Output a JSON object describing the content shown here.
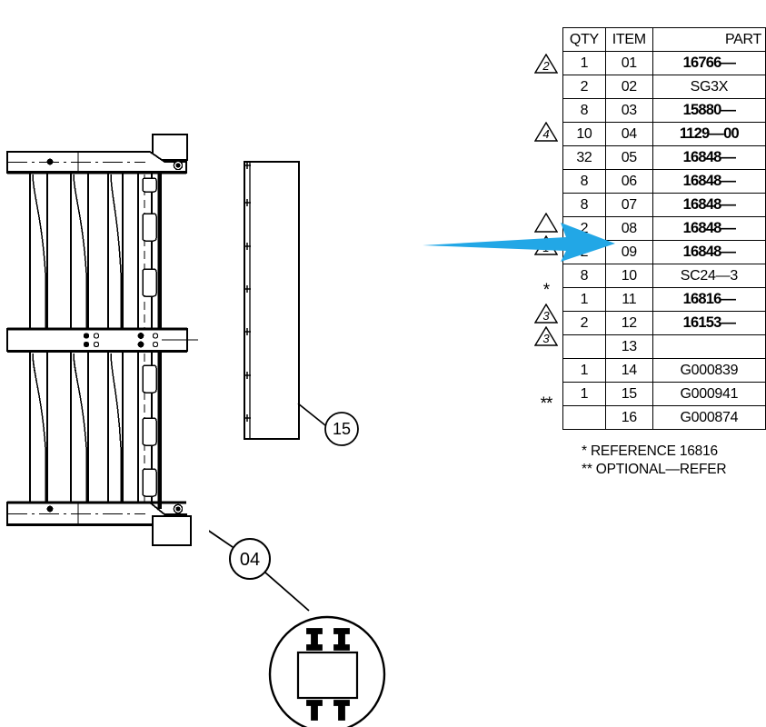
{
  "document": {
    "type": "engineering-assembly-drawing",
    "description": "Exploded parts drawing with bill of materials table"
  },
  "parts_table": {
    "headers": {
      "qty": "QTY",
      "item": "ITEM",
      "part": "PART"
    },
    "rows": [
      {
        "marker": "tri",
        "marker_value": "2",
        "qty": "1",
        "item": "01",
        "part": "16766—",
        "bold": true
      },
      {
        "marker": "",
        "marker_value": "",
        "qty": "2",
        "item": "02",
        "part": "SG3X",
        "bold": false
      },
      {
        "marker": "",
        "marker_value": "",
        "qty": "8",
        "item": "03",
        "part": "15880—",
        "bold": true
      },
      {
        "marker": "tri",
        "marker_value": "4",
        "qty": "10",
        "item": "04",
        "part": "1129—00",
        "bold": true
      },
      {
        "marker": "",
        "marker_value": "",
        "qty": "32",
        "item": "05",
        "part": "16848—",
        "bold": true
      },
      {
        "marker": "",
        "marker_value": "",
        "qty": "8",
        "item": "06",
        "part": "16848—",
        "bold": true
      },
      {
        "marker": "",
        "marker_value": "",
        "qty": "8",
        "item": "07",
        "part": "16848—",
        "bold": true
      },
      {
        "marker": "tri",
        "marker_value": "",
        "qty": "2",
        "item": "08",
        "part": "16848—",
        "bold": true
      },
      {
        "marker": "tri",
        "marker_value": "1",
        "qty": "2",
        "item": "09",
        "part": "16848—",
        "bold": true
      },
      {
        "marker": "",
        "marker_value": "",
        "qty": "8",
        "item": "10",
        "part": "SC24—3",
        "bold": false
      },
      {
        "marker": "ast",
        "marker_value": "*",
        "qty": "1",
        "item": "11",
        "part": "16816—",
        "bold": true
      },
      {
        "marker": "tri",
        "marker_value": "3",
        "qty": "2",
        "item": "12",
        "part": "16153—",
        "bold": true
      },
      {
        "marker": "tri",
        "marker_value": "3",
        "qty": "",
        "item": "13",
        "part": "",
        "bold": false
      },
      {
        "marker": "",
        "marker_value": "",
        "qty": "1",
        "item": "14",
        "part": "G000839",
        "bold": false
      },
      {
        "marker": "",
        "marker_value": "",
        "qty": "1",
        "item": "15",
        "part": "G000941",
        "bold": false
      },
      {
        "marker": "ast",
        "marker_value": "**",
        "qty": "",
        "item": "16",
        "part": "G000874",
        "bold": false
      }
    ]
  },
  "footnotes": {
    "line1": "*  REFERENCE 16816",
    "line2": "** OPTIONAL—REFER"
  },
  "callouts": {
    "part15_bubble": "15",
    "part04_bubble": "04"
  },
  "annotation": {
    "arrow_color": "#22A7E6",
    "arrow_points_to": "08"
  }
}
